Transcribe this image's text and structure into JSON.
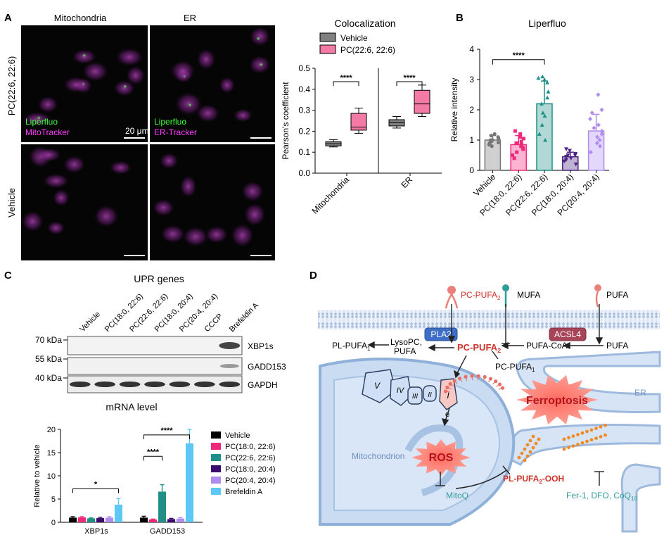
{
  "panels": {
    "a": "A",
    "b": "B",
    "c": "C",
    "d": "D"
  },
  "micro": {
    "col_mito": "Mitochondria",
    "col_er": "ER",
    "row_pc": "PC(22:6, 22:6)",
    "row_vehicle": "Vehicle",
    "leg_green_1": "Liperfluo",
    "leg_mag_1": "MitoTracker",
    "leg_green_2": "Liperfluo",
    "leg_mag_2": "ER-Tracker",
    "scale": "20 μm"
  },
  "blot": {
    "title": "UPR genes",
    "lanes": [
      "Vehicle",
      "PC(18:0, 22:6)",
      "PC(22:6, 22:6)",
      "PC(18:0, 20:4)",
      "PC(20:4, 20:4)",
      "CCCP",
      "Brefeldin A"
    ],
    "mw": [
      "70 kDa",
      "55 kDa",
      "40 kDa"
    ],
    "bands": [
      "XBP1s",
      "GADD153",
      "GAPDH"
    ]
  },
  "diagram": {
    "pc_pufa2_top": "PC-PUFA",
    "mufa": "MUFA",
    "pufa_top": "PUFA",
    "pla2": "PLA2",
    "acsl4": "ACSL4",
    "pl_pufa1": "PL-PUFA",
    "lysopc": "LysoPC,",
    "lysopc2": "PUFA",
    "pc_pufa2_mid": "PC-PUFA",
    "pufa_coa": "PUFA-CoA",
    "pufa_right": "PUFA",
    "pc_pufa1": "PC-PUFA",
    "complex": [
      "V",
      "IV",
      "III",
      "II",
      "I"
    ],
    "electron": "e",
    "ferroptosis": "Ferroptosis",
    "er": "ER",
    "mitochondrion": "Mitochondrion",
    "ros": "ROS",
    "mitoq": "MitoQ",
    "pl_pufa2_ooh": "PL-PUFA",
    "ooh": "-OOH",
    "inhibitors": "Fer-1, DFO, CoQ",
    "sub1": "1",
    "sub2": "2",
    "sub10": "10"
  },
  "chart_data": [
    {
      "type": "box",
      "title": "Colocalization",
      "ylabel": "Pearson's coefficient",
      "categories": [
        "Mitochondria",
        "ER"
      ],
      "ylim": [
        0,
        0.5
      ],
      "yticks": [
        "0.0",
        "0.1",
        "0.2",
        "0.3",
        "0.4",
        "0.5"
      ],
      "series": [
        {
          "name": "Vehicle",
          "color": "#808080",
          "boxes": [
            {
              "min": 0.125,
              "q1": 0.13,
              "median": 0.14,
              "q3": 0.15,
              "max": 0.16
            },
            {
              "min": 0.215,
              "q1": 0.225,
              "median": 0.24,
              "q3": 0.255,
              "max": 0.27
            }
          ]
        },
        {
          "name": "PC(22:6, 22:6)",
          "color": "#f27aa4",
          "boxes": [
            {
              "min": 0.19,
              "q1": 0.205,
              "median": 0.22,
              "q3": 0.285,
              "max": 0.31
            },
            {
              "min": 0.27,
              "q1": 0.285,
              "median": 0.33,
              "q3": 0.395,
              "max": 0.42
            }
          ]
        }
      ],
      "significance": [
        "****",
        "****"
      ]
    },
    {
      "type": "bar",
      "title": "Liperfluo",
      "ylabel": "Relative intensity",
      "categories": [
        "Vehicle",
        "PC(18:0, 22:6)",
        "PC(22:6, 22:6)",
        "PC(18:0, 20:4)",
        "PC(20:4, 20:4)"
      ],
      "values": [
        1.0,
        0.85,
        2.2,
        0.45,
        1.3
      ],
      "errors": [
        0.15,
        0.3,
        0.75,
        0.15,
        0.55
      ],
      "colors": [
        "#777777",
        "#f0287a",
        "#1f8f87",
        "#4b2381",
        "#b08cf0"
      ],
      "ylim": [
        0,
        4
      ],
      "yticks": [
        "0",
        "1",
        "2",
        "3",
        "4"
      ],
      "points": [
        [
          1.0,
          0.85,
          1.1,
          0.95,
          1.2,
          0.9,
          1.05,
          0.8,
          1.15,
          1.0,
          0.92
        ],
        [
          0.95,
          0.6,
          1.2,
          0.8,
          0.5,
          1.05,
          0.85,
          0.7,
          0.4,
          1.3,
          0.9,
          0.75,
          1.1
        ],
        [
          2.6,
          3.1,
          1.5,
          2.9,
          1.2,
          2.4,
          3.0,
          1.8,
          2.2,
          1.0,
          3.05,
          1.9
        ],
        [
          0.5,
          0.3,
          0.65,
          0.45,
          0.2,
          0.55,
          0.4,
          0.7,
          0.35,
          0.5
        ],
        [
          1.9,
          2.5,
          0.9,
          1.4,
          1.0,
          1.7,
          0.6,
          1.2,
          1.5,
          0.8,
          1.1,
          2.0,
          1.3
        ]
      ],
      "significance": "****"
    },
    {
      "type": "bar",
      "title": "mRNA level",
      "ylabel": "Relative to vehicle",
      "categories": [
        "XBP1s",
        "GADD153"
      ],
      "ylim": [
        0,
        20
      ],
      "yticks": [
        "0",
        "5",
        "10",
        "15",
        "20"
      ],
      "series": [
        {
          "name": "Vehicle",
          "color": "#000000",
          "values": [
            1.0,
            1.0
          ],
          "errors": [
            0.2,
            0.3
          ]
        },
        {
          "name": "PC(18:0, 22:6)",
          "color": "#f0287a",
          "values": [
            1.05,
            0.6
          ],
          "errors": [
            0.15,
            0.1
          ]
        },
        {
          "name": "PC(22:6, 22:6)",
          "color": "#1f8f87",
          "values": [
            0.85,
            6.6
          ],
          "errors": [
            0.1,
            1.5
          ]
        },
        {
          "name": "PC(18:0, 20:4)",
          "color": "#3b0a6e",
          "values": [
            0.9,
            0.7
          ],
          "errors": [
            0.15,
            0.15
          ]
        },
        {
          "name": "PC(20:4, 20:4)",
          "color": "#b08cf0",
          "values": [
            1.0,
            0.8
          ],
          "errors": [
            0.2,
            0.2
          ]
        },
        {
          "name": "Brefeldin A",
          "color": "#5bc8f5",
          "values": [
            3.8,
            17.0
          ],
          "errors": [
            1.3,
            3.0
          ]
        }
      ],
      "significance": [
        "*",
        "****",
        "****"
      ]
    }
  ]
}
